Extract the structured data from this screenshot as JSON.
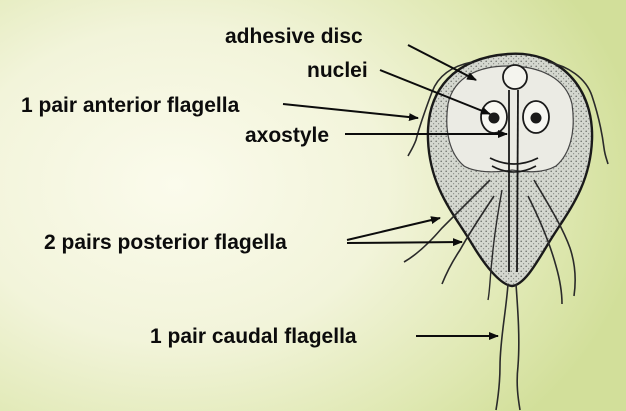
{
  "labels": {
    "adhesive_disc": "adhesive disc",
    "nuclei": "nuclei",
    "anterior_flagella": "1 pair anterior flagella",
    "axostyle": "axostyle",
    "posterior_flagella": "2 pairs posterior flagella",
    "caudal_flagella": "1 pair caudal flagella"
  },
  "colors": {
    "background": "#eef2d2",
    "ink": "#0c0c0c",
    "body_fill": "#c9cdc4"
  }
}
